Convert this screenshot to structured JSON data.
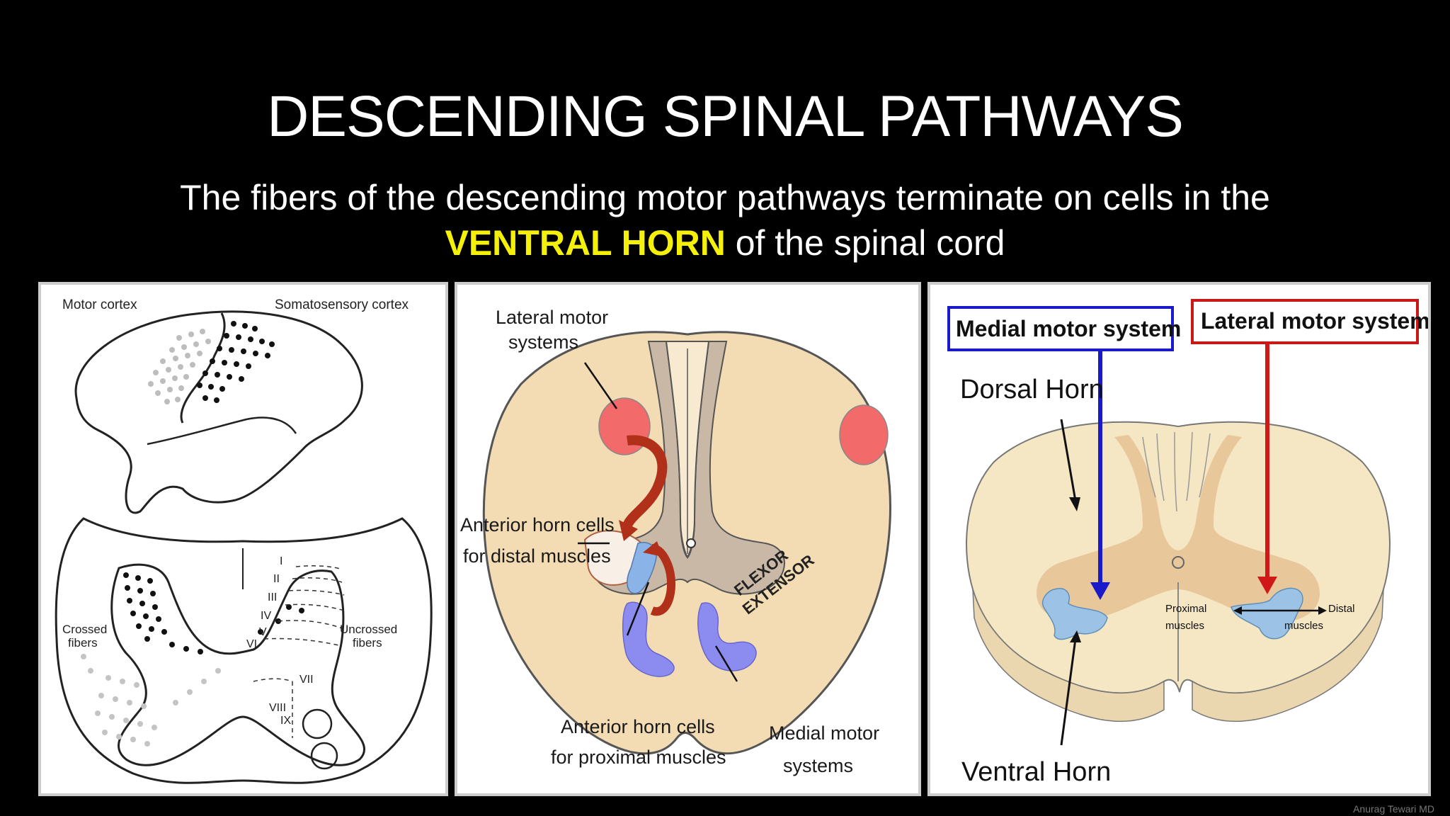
{
  "slide": {
    "title": "DESCENDING SPINAL PATHWAYS",
    "subtitle_line1": "The fibers of the descending motor pathways terminate on cells in the",
    "subtitle_highlight": "VENTRAL HORN",
    "subtitle_line2_rest": " of the spinal cord",
    "credit": "Anurag Tewari MD"
  },
  "panel1": {
    "motor_cortex": "Motor cortex",
    "somatosensory_cortex": "Somatosensory cortex",
    "crossed_fibers": [
      "Crossed",
      "fibers"
    ],
    "uncrossed_fibers": [
      "Uncrossed",
      "fibers"
    ],
    "laminae": [
      "I",
      "II",
      "III",
      "IV",
      "V",
      "VI",
      "VII",
      "VIII",
      "IX"
    ]
  },
  "panel2": {
    "lateral_motor_systems": [
      "Lateral motor",
      "systems"
    ],
    "anterior_distal": [
      "Anterior horn cells",
      "for distal muscles"
    ],
    "anterior_proximal": [
      "Anterior horn cells",
      "for proximal muscles"
    ],
    "medial_motor_systems": [
      "Medial motor",
      "systems"
    ],
    "flexor": "FLEXOR",
    "extensor": "EXTENSOR"
  },
  "panel3": {
    "medial_motor_system": "Medial  motor system",
    "lateral_motor_system": "Lateral motor system",
    "dorsal_horn": "Dorsal Horn",
    "ventral_horn": "Ventral Horn",
    "proximal_muscles": [
      "Proximal",
      "muscles"
    ],
    "distal_muscles": [
      "Distal",
      "muscles"
    ]
  },
  "colors": {
    "highlight": "#f5f00a",
    "medial_blue": "#1a1ac8",
    "lateral_red": "#d01818",
    "cord_beige": "#f5e6c4",
    "grey_matter": "#e8c79a",
    "red_tract": "#f26a6a",
    "blue_tract": "#8c8cf0"
  }
}
